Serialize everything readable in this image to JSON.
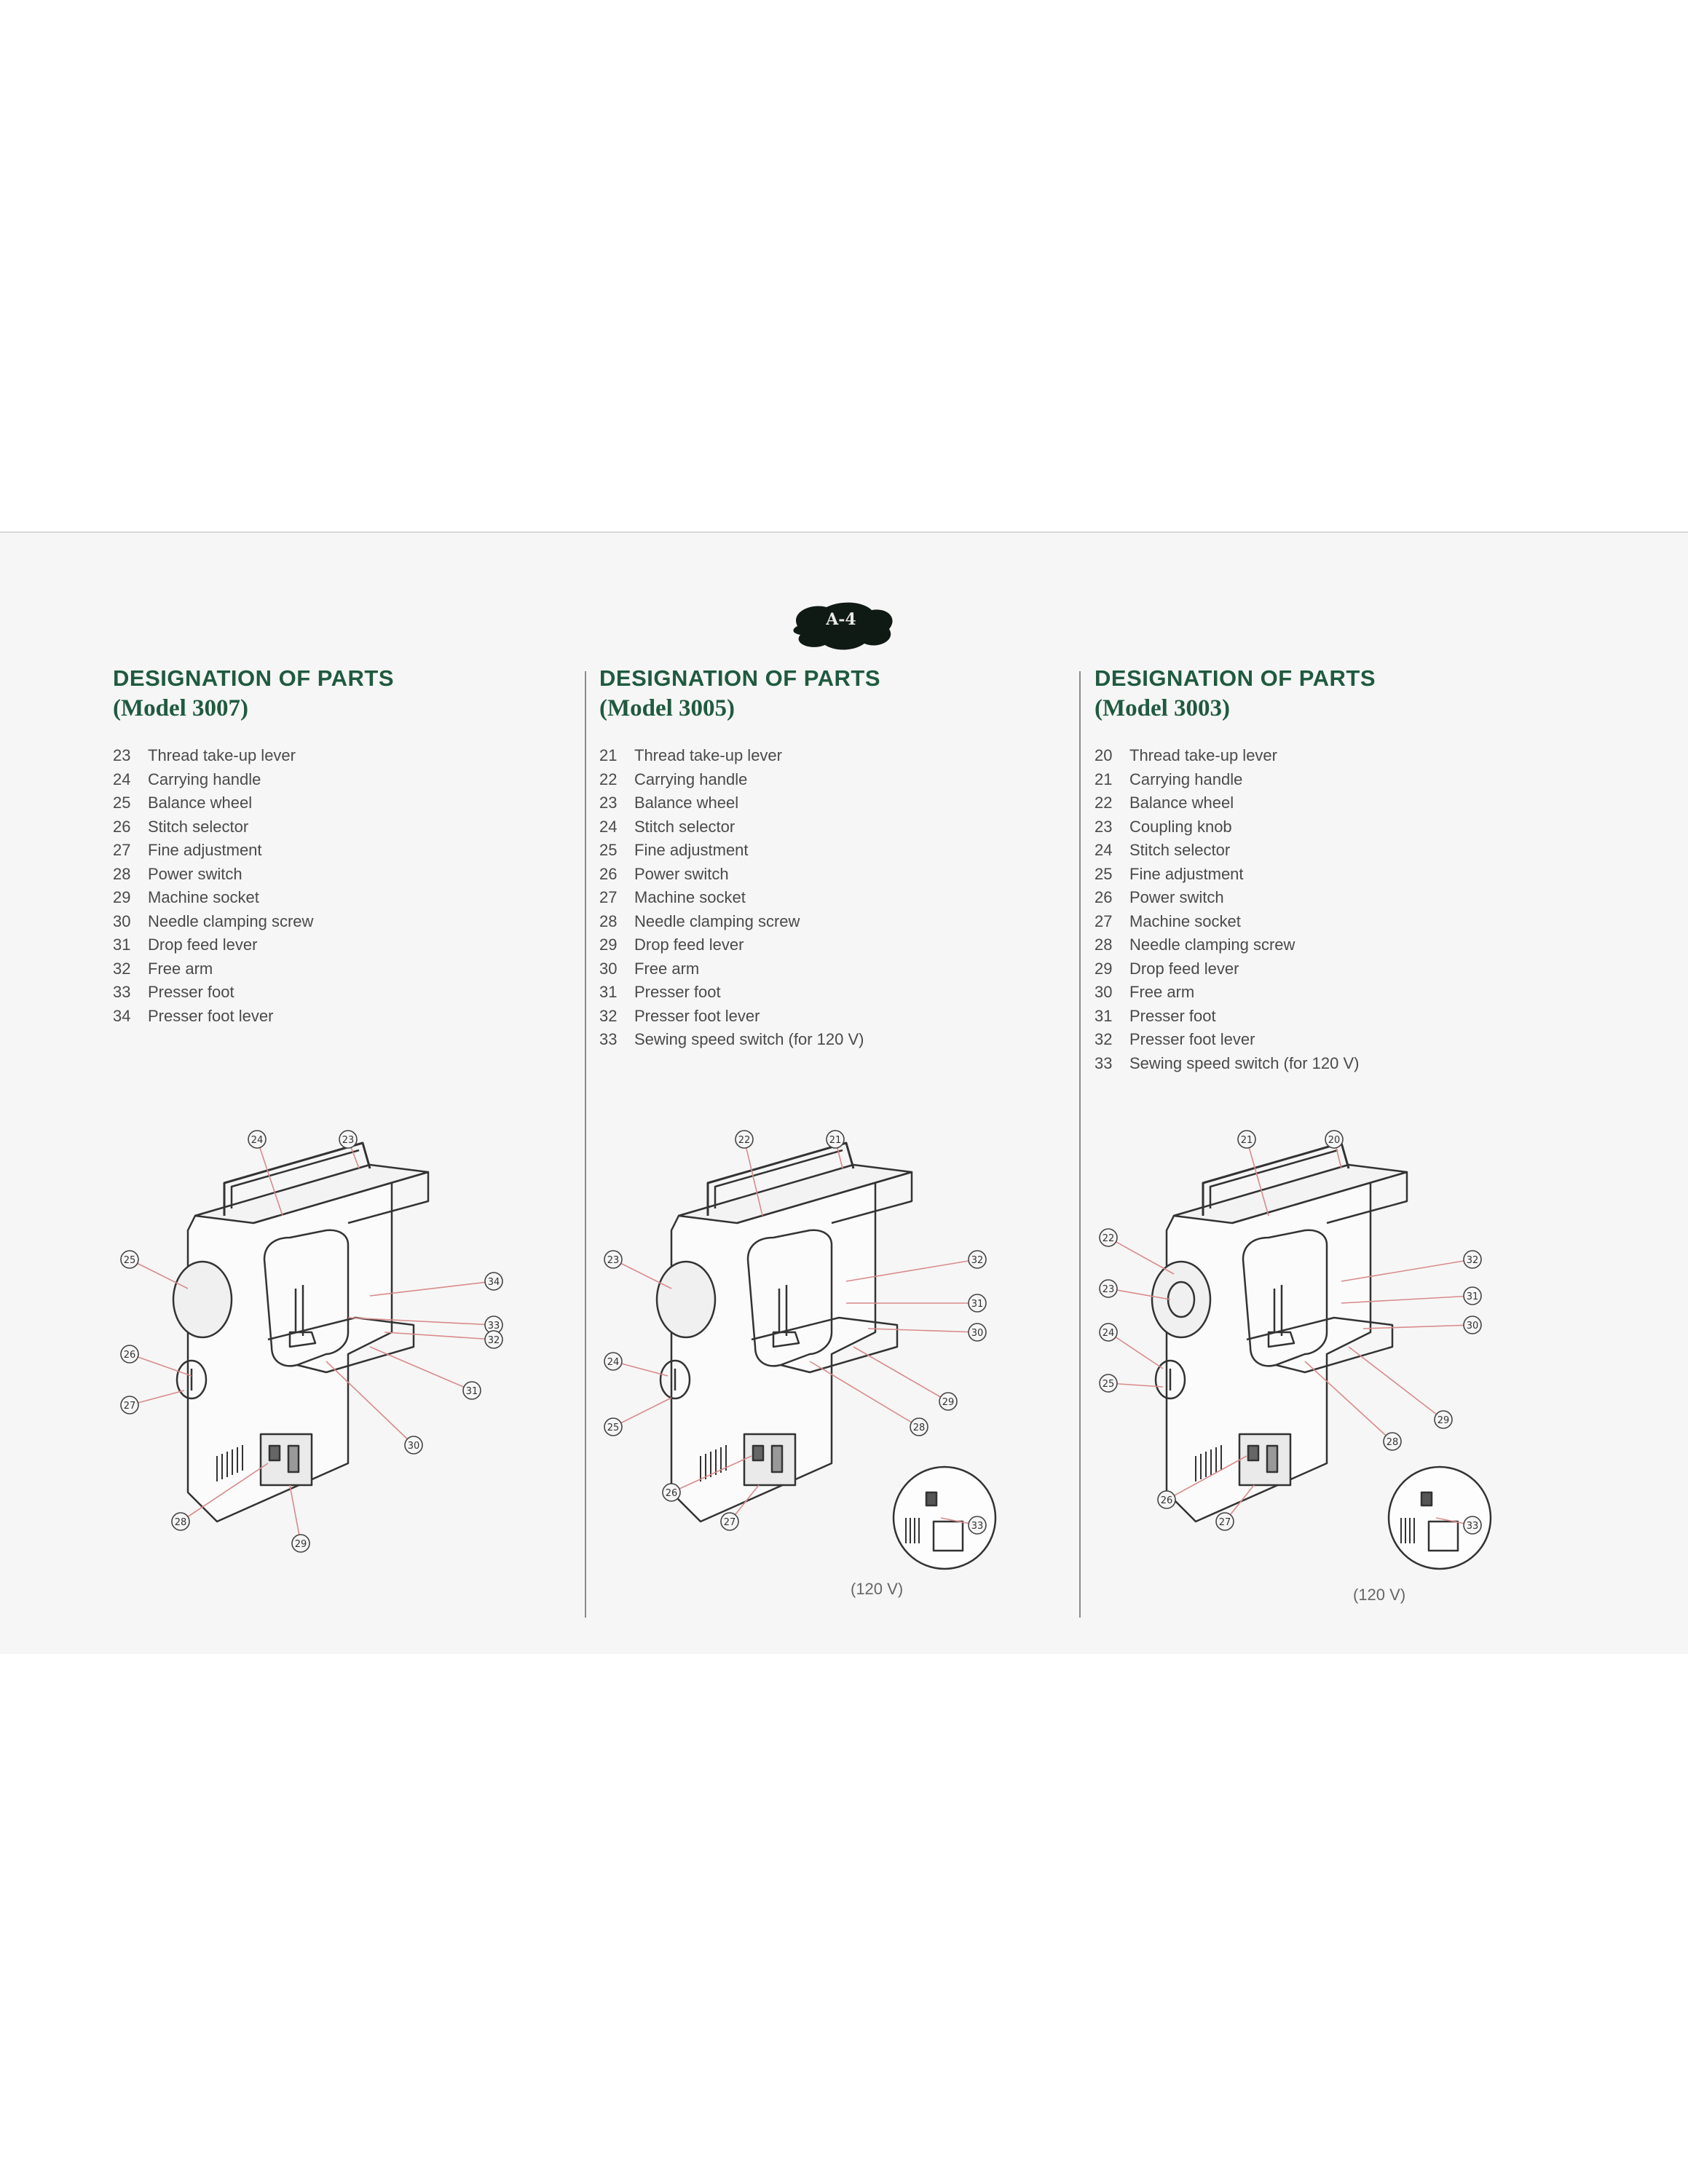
{
  "page_badge": "A-4",
  "columns": [
    {
      "title": "DESIGNATION OF PARTS",
      "model": "(Model 3007)",
      "parts": [
        {
          "num": "23",
          "name": "Thread take-up lever"
        },
        {
          "num": "24",
          "name": "Carrying handle"
        },
        {
          "num": "25",
          "name": "Balance wheel"
        },
        {
          "num": "26",
          "name": "Stitch selector"
        },
        {
          "num": "27",
          "name": "Fine adjustment"
        },
        {
          "num": "28",
          "name": "Power switch"
        },
        {
          "num": "29",
          "name": "Machine socket"
        },
        {
          "num": "30",
          "name": "Needle clamping screw"
        },
        {
          "num": "31",
          "name": "Drop feed lever"
        },
        {
          "num": "32",
          "name": "Free arm"
        },
        {
          "num": "33",
          "name": "Presser foot"
        },
        {
          "num": "34",
          "name": "Presser foot lever"
        }
      ],
      "callouts": [
        "24",
        "23",
        "25",
        "34",
        "33",
        "32",
        "26",
        "31",
        "27",
        "30",
        "28",
        "29"
      ]
    },
    {
      "title": "DESIGNATION OF PARTS",
      "model": "(Model 3005)",
      "parts": [
        {
          "num": "21",
          "name": "Thread take-up lever"
        },
        {
          "num": "22",
          "name": "Carrying handle"
        },
        {
          "num": "23",
          "name": "Balance wheel"
        },
        {
          "num": "24",
          "name": "Stitch selector"
        },
        {
          "num": "25",
          "name": "Fine adjustment"
        },
        {
          "num": "26",
          "name": "Power switch"
        },
        {
          "num": "27",
          "name": "Machine socket"
        },
        {
          "num": "28",
          "name": "Needle clamping screw"
        },
        {
          "num": "29",
          "name": "Drop feed lever"
        },
        {
          "num": "30",
          "name": "Free arm"
        },
        {
          "num": "31",
          "name": "Presser foot"
        },
        {
          "num": "32",
          "name": "Presser foot lever"
        },
        {
          "num": "33",
          "name": "Sewing speed switch (for 120 V)"
        }
      ],
      "callouts": [
        "22",
        "21",
        "23",
        "32",
        "31",
        "30",
        "24",
        "29",
        "25",
        "28",
        "26",
        "27",
        "33"
      ],
      "inset_caption": "(120 V)"
    },
    {
      "title": "DESIGNATION OF PARTS",
      "model": "(Model 3003)",
      "parts": [
        {
          "num": "20",
          "name": "Thread take-up lever"
        },
        {
          "num": "21",
          "name": "Carrying handle"
        },
        {
          "num": "22",
          "name": "Balance wheel"
        },
        {
          "num": "23",
          "name": "Coupling knob"
        },
        {
          "num": "24",
          "name": "Stitch selector"
        },
        {
          "num": "25",
          "name": "Fine adjustment"
        },
        {
          "num": "26",
          "name": "Power switch"
        },
        {
          "num": "27",
          "name": "Machine socket"
        },
        {
          "num": "28",
          "name": "Needle clamping screw"
        },
        {
          "num": "29",
          "name": "Drop feed lever"
        },
        {
          "num": "30",
          "name": "Free arm"
        },
        {
          "num": "31",
          "name": "Presser foot"
        },
        {
          "num": "32",
          "name": "Presser foot lever"
        },
        {
          "num": "33",
          "name": "Sewing speed switch (for 120 V)"
        }
      ],
      "callouts": [
        "21",
        "20",
        "22",
        "32",
        "23",
        "31",
        "24",
        "30",
        "25",
        "29",
        "28",
        "26",
        "27",
        "33"
      ],
      "inset_caption": "(120 V)"
    }
  ]
}
